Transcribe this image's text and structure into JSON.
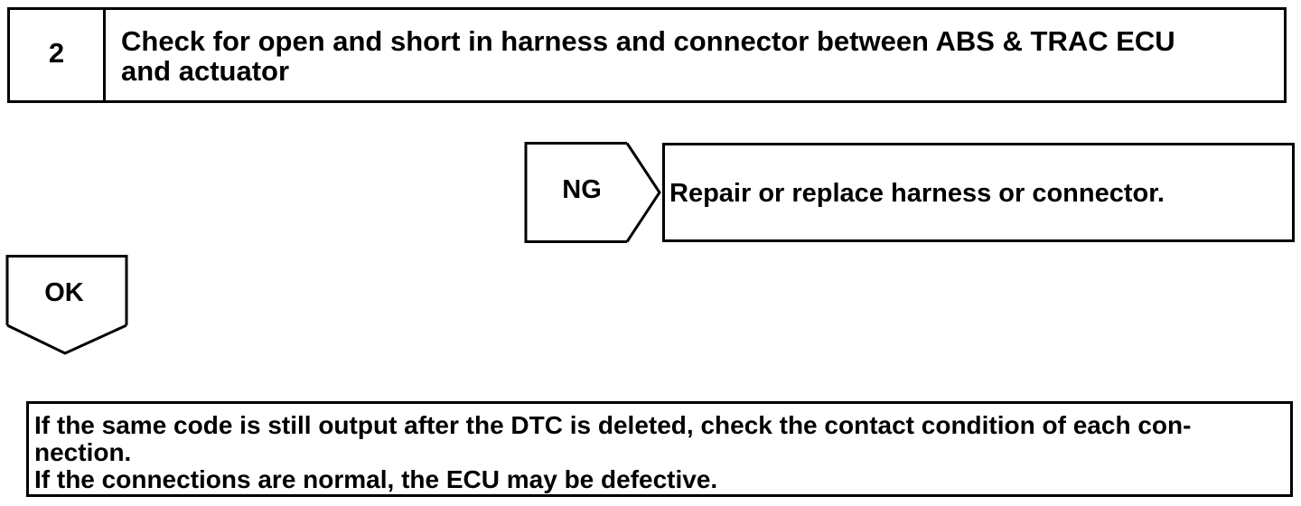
{
  "step": {
    "number": "2",
    "title_line1": "Check for open and short in harness and connector between ABS & TRAC ECU",
    "title_line2": "and actuator"
  },
  "ng_branch": {
    "label": "NG",
    "result": "Repair or replace harness or connector."
  },
  "ok_branch": {
    "label": "OK"
  },
  "note": {
    "line1": "If the same code is still output after the DTC is deleted, check the contact condition of each con-",
    "line2": "nection.",
    "line3": "If the connections are normal, the ECU may be defective."
  }
}
